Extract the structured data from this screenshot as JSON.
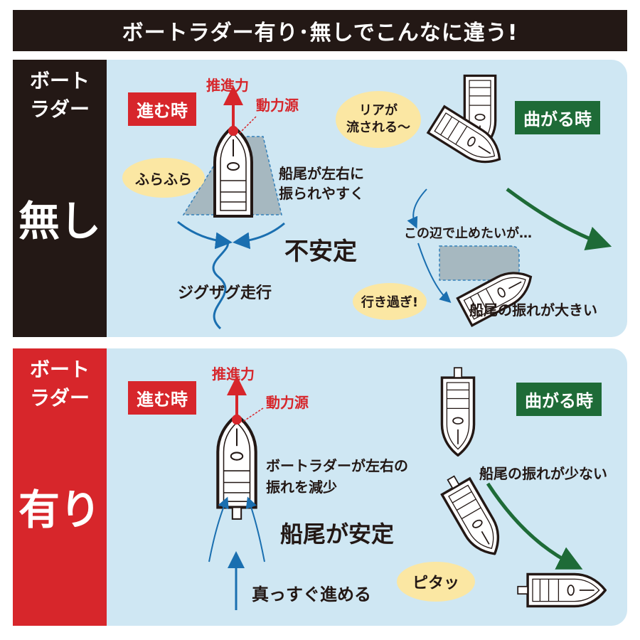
{
  "title": "ボートラダー有り･無しでこんなに違う!",
  "colors": {
    "dark": "#231815",
    "red": "#d7262b",
    "green": "#1e6b37",
    "blue": "#1a6fb0",
    "panel": "#cfe7f3",
    "bubble": "#fbe7a3"
  },
  "without": {
    "side_small_1": "ボート",
    "side_small_2": "ラダー",
    "side_big": "無し",
    "going_label": "進む時",
    "thrust": "推進力",
    "power_source": "動力源",
    "wobble_bubble": "ふらふら",
    "stern_swing_1": "船尾が左右に",
    "stern_swing_2": "振られやすく",
    "unstable": "不安定",
    "zigzag": "ジグザグ走行",
    "rear_bubble_1": "リアが",
    "rear_bubble_2": "流される～",
    "turning_label": "曲がる時",
    "want_stop": "この辺で止めたいが…",
    "overshoot_bubble": "行き過ぎ!",
    "big_swing": "船尾の振れが大きい"
  },
  "with": {
    "side_small_1": "ボート",
    "side_small_2": "ラダー",
    "side_big": "有り",
    "going_label": "進む時",
    "thrust": "推進力",
    "power_source": "動力源",
    "rudder_reduce_1": "ボートラダーが左右の",
    "rudder_reduce_2": "振れを減少",
    "stable": "船尾が安定",
    "straight": "真っすぐ進める",
    "turning_label": "曲がる時",
    "small_swing": "船尾の振れが少ない",
    "snap_bubble": "ピタッ"
  }
}
